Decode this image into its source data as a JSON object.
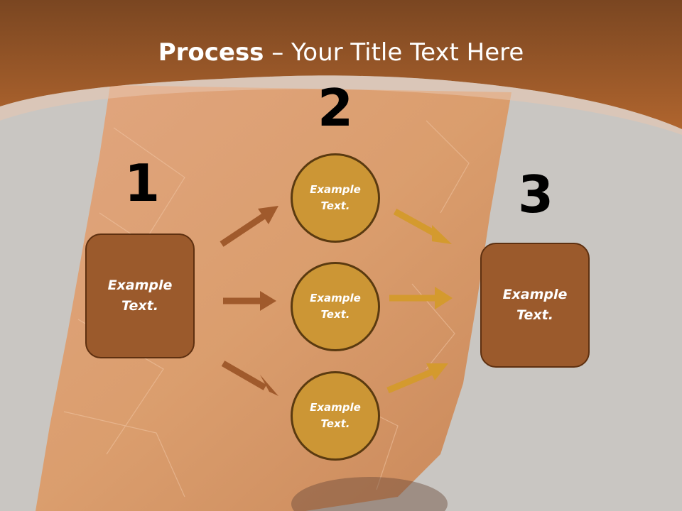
{
  "title": {
    "bold": "Process",
    "rest": " – Your Title Text Here"
  },
  "steps": {
    "one": "1",
    "two": "2",
    "three": "3"
  },
  "left_box": "Example Text.",
  "circles": [
    "Example Text.",
    "Example Text.",
    "Example Text."
  ],
  "right_box": "Example Text.",
  "colors": {
    "header": "#a05a28",
    "box_fill": "#9b5a2c",
    "circle_fill": "#cc9635",
    "arrow_brown": "#a05a2c",
    "arrow_gold": "#d49a2e"
  }
}
